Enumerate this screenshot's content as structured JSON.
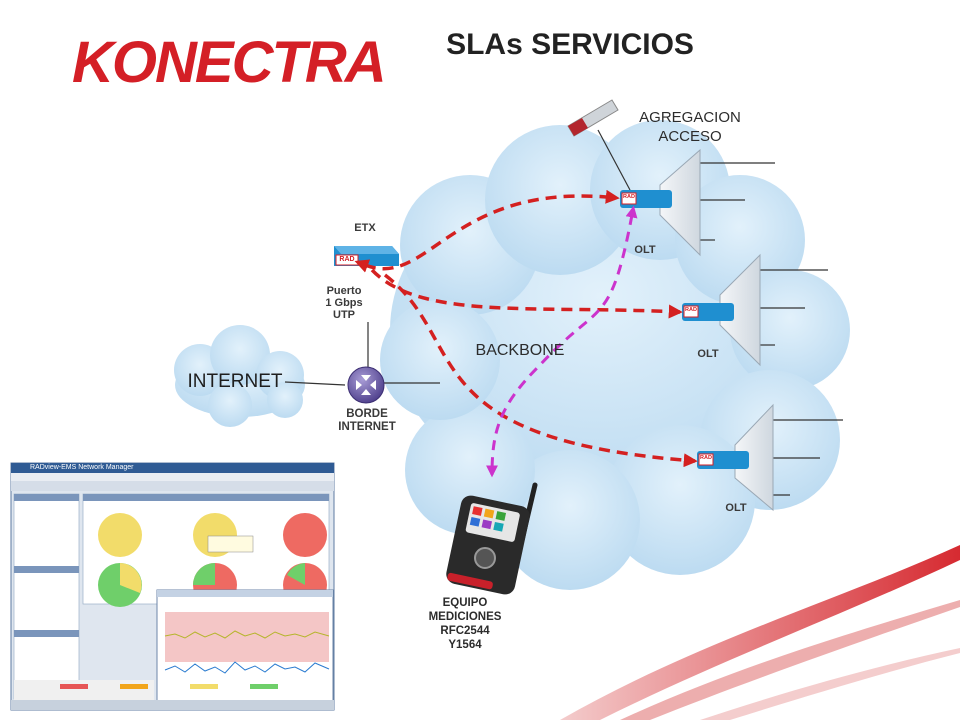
{
  "logo": {
    "text": "KONECTRA"
  },
  "title": "SLAs SERVICIOS",
  "labels": {
    "agregacion": "AGREGACION",
    "acceso": "ACCESO",
    "etx": "ETX",
    "olt_1": "OLT",
    "olt_2": "OLT",
    "olt_3": "OLT",
    "puerto": "Puerto",
    "gbps": "1 Gbps",
    "utp": "UTP",
    "backbone": "BACKBONE",
    "internet": "INTERNET",
    "borde": "BORDE",
    "borde_internet": "INTERNET",
    "equipo": "EQUIPO",
    "mediciones": "MEDICIONES",
    "rfc": "RFC2544",
    "y1564": "Y1564"
  },
  "device_badge": "RAD",
  "ems_screenshot": {
    "window_title": "RADview-EMS Network Manager"
  },
  "colors": {
    "cloud": "#c9e3f6",
    "dashed_red": "#d42020",
    "dashed_magenta": "#cc33cc",
    "brand_red": "#d41f26",
    "router_purple": "#6b5aa6",
    "device_blue": "#1f8fd0"
  }
}
